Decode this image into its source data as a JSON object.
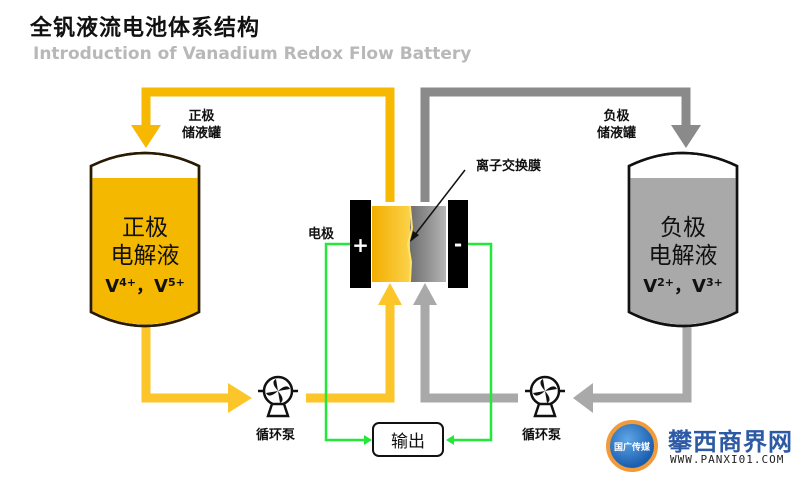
{
  "title": {
    "cn": "全钒液流电池体系结构",
    "en": "Introduction of Vanadium Redox Flow Battery"
  },
  "labels": {
    "positive_tank": [
      "正极",
      "储液罐"
    ],
    "negative_tank": [
      "负极",
      "储液罐"
    ],
    "membrane": "离子交换膜",
    "electrode": "电极",
    "pump_left": "循环泵",
    "pump_right": "循环泵",
    "output": "输出",
    "plus": "+",
    "minus": "-"
  },
  "positive_electrolyte": {
    "line1": "正极",
    "line2": "电解液",
    "ion1": "V",
    "ion1_charge": "4+",
    "sep": "，",
    "ion2": "V",
    "ion2_charge": "5+"
  },
  "negative_electrolyte": {
    "line1": "负极",
    "line2": "电解液",
    "ion1": "V",
    "ion1_charge": "2+",
    "sep": "，",
    "ion2": "V",
    "ion2_charge": "3+"
  },
  "watermark": {
    "badge": "国广传媒",
    "name": "攀西商界网",
    "url": "WWW.PANXI01.COM"
  },
  "colors": {
    "positive": "#f5b800",
    "positive_pipe": "#fcc62a",
    "negative": "#a9a9a9",
    "negative_pipe": "#9a9a9a",
    "wire": "#22e83a",
    "electrode": "#000000"
  }
}
